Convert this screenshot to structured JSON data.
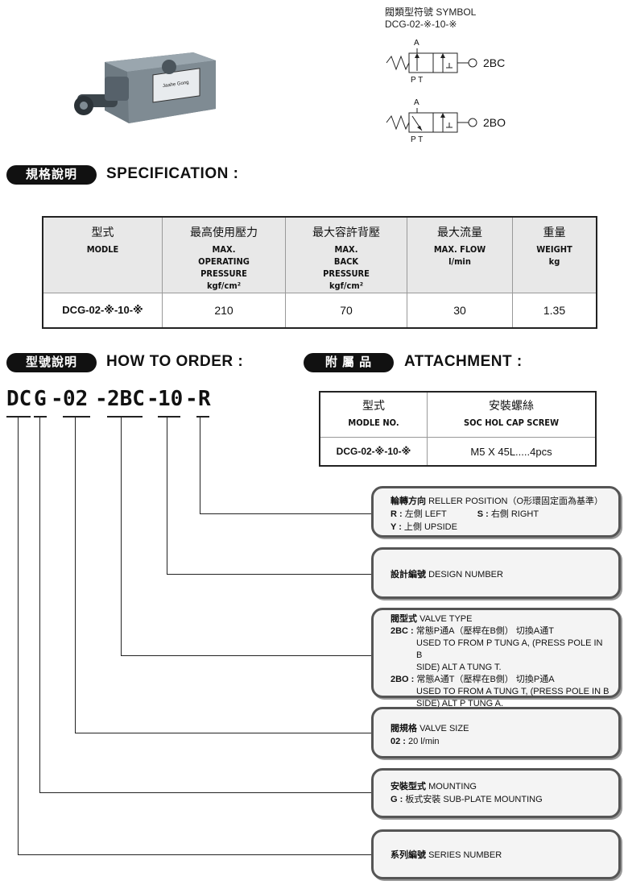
{
  "symbol": {
    "title_line1": "閥類型符號 SYMBOL",
    "title_line2": "DCG-02-※-10-※",
    "port_a": "A",
    "ports_pt": "P T",
    "label_1": "2BC",
    "label_2": "2BO"
  },
  "product_image": {
    "brand": "Jaahe Gong"
  },
  "specification": {
    "badge": "規格說明",
    "title": "SPECIFICATION :",
    "headers": [
      {
        "zh": "型式",
        "en": "MODLE",
        "unit": ""
      },
      {
        "zh": "最高使用壓力",
        "en": "MAX. OPERATING PRESSURE",
        "unit": "kgf/cm²"
      },
      {
        "zh": "最大容許背壓",
        "en": "MAX. BACK PRESSURE",
        "unit": "kgf/cm²"
      },
      {
        "zh": "最大流量",
        "en": "MAX. FLOW",
        "unit": "l/min"
      },
      {
        "zh": "重量",
        "en": "WEIGHT",
        "unit": "kg"
      }
    ],
    "row": [
      "DCG-02-※-10-※",
      "210",
      "70",
      "30",
      "1.35"
    ]
  },
  "how_to_order": {
    "badge": "型號說明",
    "title": "HOW TO ORDER :",
    "code_parts": [
      "DC",
      "G",
      "-",
      "02",
      "-",
      "2BC",
      "-",
      "10",
      "-",
      "R"
    ]
  },
  "attachment": {
    "badge": "附 屬 品",
    "title": "ATTACHMENT :",
    "headers": [
      {
        "zh": "型式",
        "en": "MODLE NO."
      },
      {
        "zh": "安裝螺絲",
        "en": "SOC HOL CAP SCREW"
      }
    ],
    "row": [
      "DCG-02-※-10-※",
      "M5 X 45L.....4pcs"
    ]
  },
  "order_boxes": {
    "roller": {
      "title_zh": "輪轉方向",
      "title_en": "RELLER POSITION（O形環固定面為基準）",
      "r_key": "R :",
      "r_text": "左側 LEFT",
      "s_key": "S :",
      "s_text": "右側 RIGHT",
      "y_key": "Y :",
      "y_text": "上側 UPSIDE"
    },
    "design": {
      "title_zh": "設計編號",
      "title_en": "DESIGN NUMBER"
    },
    "valve_type": {
      "title_zh": "閥型式",
      "title_en": "VALVE TYPE",
      "bc_key": "2BC :",
      "bc_line1": "常態P通A（壓桿在B側） 切換A通T",
      "bc_line2": "USED TO FROM P TUNG A, (PRESS POLE IN B",
      "bc_line3": "SIDE) ALT A TUNG T.",
      "bo_key": "2BO :",
      "bo_line1": "常態A通T（壓桿在B側） 切換P通A",
      "bo_line2": "USED TO FROM A TUNG T, (PRESS POLE IN B",
      "bo_line3": "SIDE) ALT P TUNG A."
    },
    "size": {
      "title_zh": "閥規格",
      "title_en": "VALVE SIZE",
      "key": "02 :",
      "text": "20 l/min"
    },
    "mounting": {
      "title_zh": "安裝型式",
      "title_en": "MOUNTING",
      "key": "G :",
      "text": "板式安裝 SUB-PLATE MOUNTING"
    },
    "series": {
      "title_zh": "系列編號",
      "title_en": "SERIES NUMBER"
    }
  }
}
